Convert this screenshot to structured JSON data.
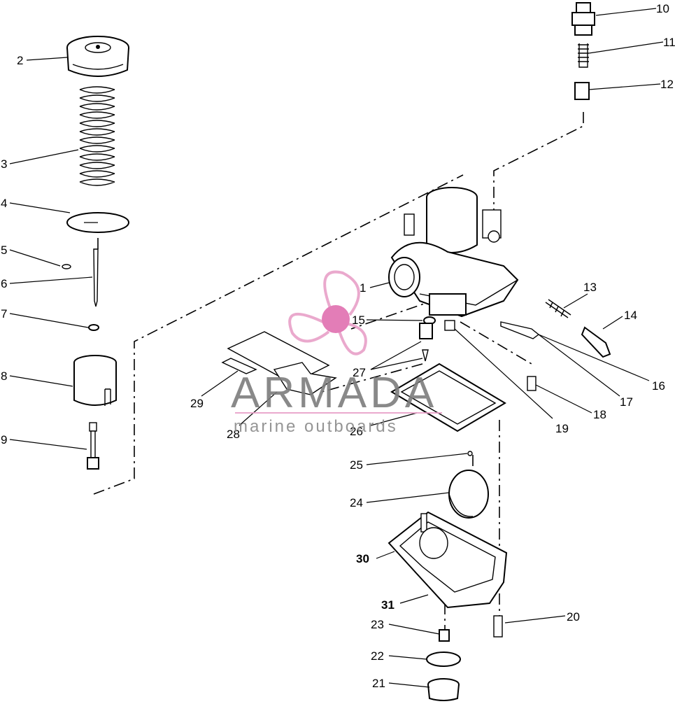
{
  "diagram": {
    "callouts": [
      {
        "id": "c1",
        "label": "1"
      },
      {
        "id": "c2",
        "label": "2"
      },
      {
        "id": "c3",
        "label": "3"
      },
      {
        "id": "c4",
        "label": "4"
      },
      {
        "id": "c5",
        "label": "5"
      },
      {
        "id": "c6",
        "label": "6"
      },
      {
        "id": "c7",
        "label": "7"
      },
      {
        "id": "c8",
        "label": "8"
      },
      {
        "id": "c9",
        "label": "9"
      },
      {
        "id": "c10",
        "label": "10"
      },
      {
        "id": "c11",
        "label": "11"
      },
      {
        "id": "c12",
        "label": "12"
      },
      {
        "id": "c13",
        "label": "13"
      },
      {
        "id": "c14",
        "label": "14"
      },
      {
        "id": "c15",
        "label": "15"
      },
      {
        "id": "c16",
        "label": "16"
      },
      {
        "id": "c17",
        "label": "17"
      },
      {
        "id": "c18",
        "label": "18"
      },
      {
        "id": "c19",
        "label": "19"
      },
      {
        "id": "c20",
        "label": "20"
      },
      {
        "id": "c21",
        "label": "21"
      },
      {
        "id": "c22",
        "label": "22"
      },
      {
        "id": "c23",
        "label": "23"
      },
      {
        "id": "c24",
        "label": "24"
      },
      {
        "id": "c25",
        "label": "25"
      },
      {
        "id": "c26",
        "label": "26"
      },
      {
        "id": "c27",
        "label": "27"
      },
      {
        "id": "c28",
        "label": "28"
      },
      {
        "id": "c29",
        "label": "29"
      },
      {
        "id": "c30",
        "label": "30"
      },
      {
        "id": "c31",
        "label": "31"
      }
    ]
  },
  "watermark": {
    "brand": "ARMADA",
    "tagline": "marine outboards",
    "logo_icon": "propeller-icon",
    "logo_color": "#e8a0c8",
    "logo_hub_color": "#e070b0",
    "text_color": "#7d7d7d",
    "rule_color": "#e8a0c8"
  }
}
